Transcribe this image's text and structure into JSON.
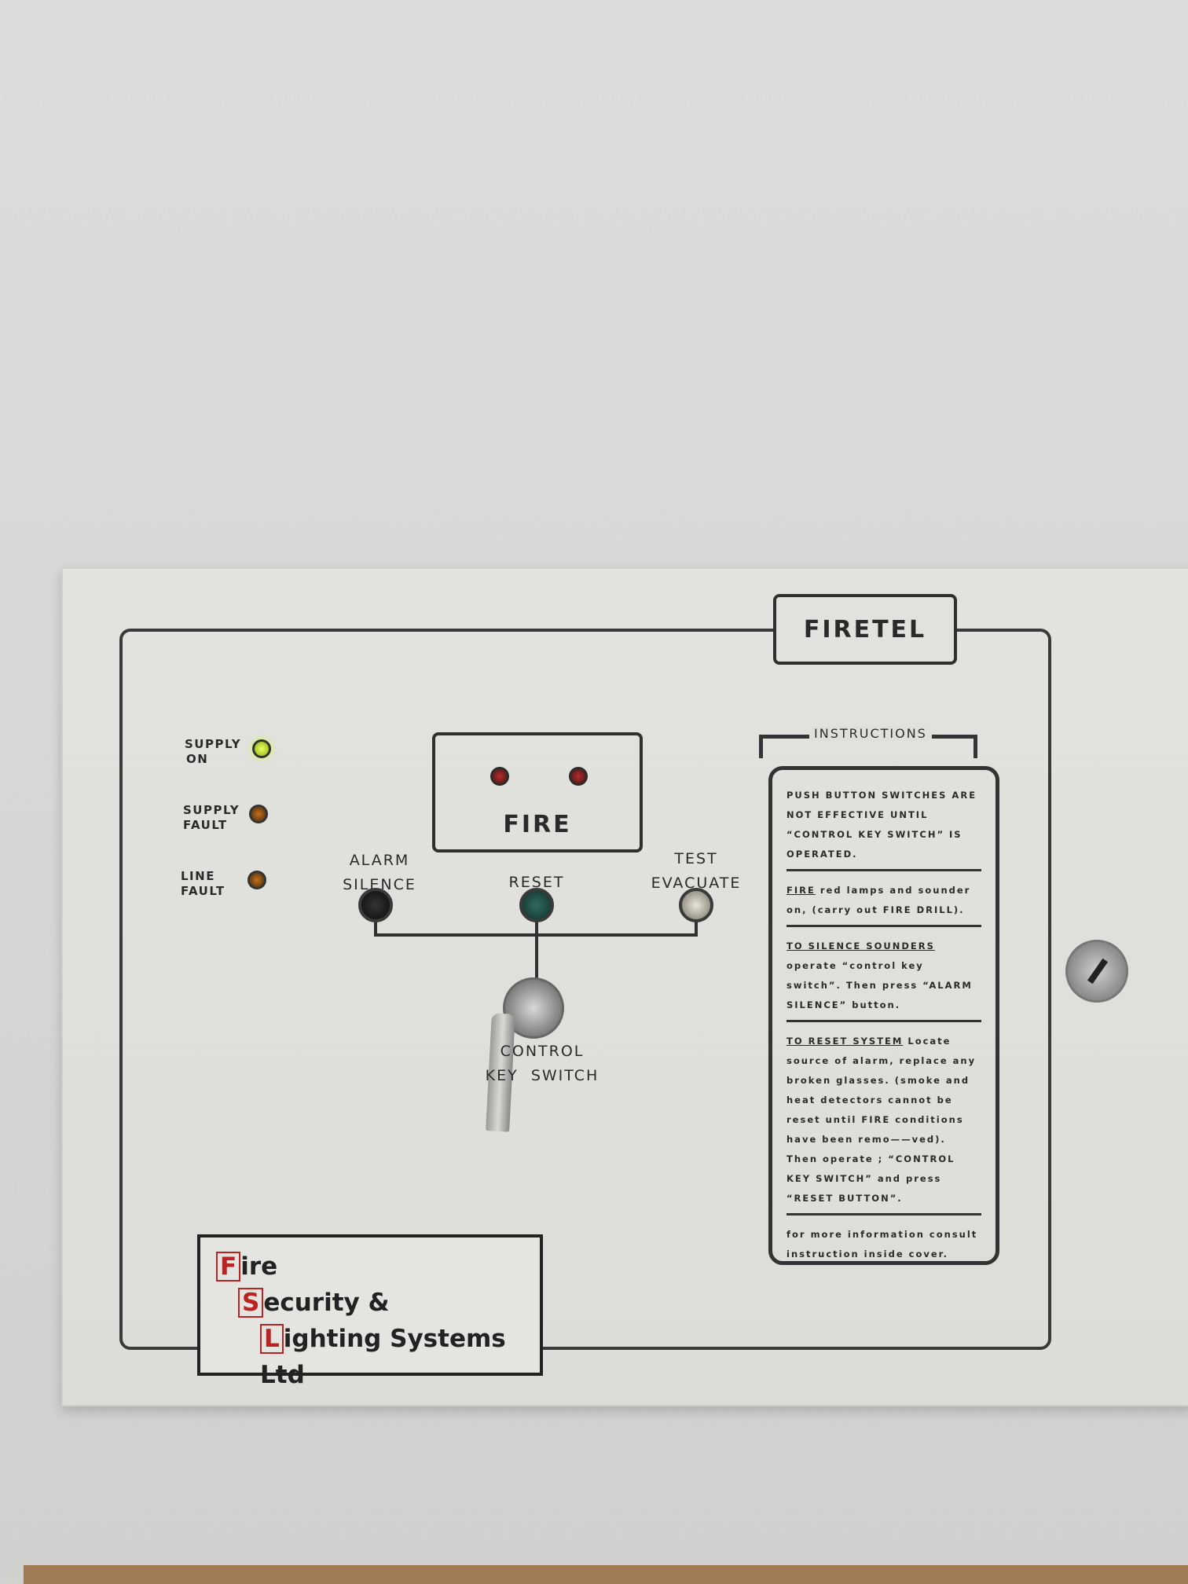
{
  "brand": "FIRETEL",
  "indicators": [
    {
      "label1": "SUPPLY",
      "label2": "ON",
      "color": "#b8e020"
    },
    {
      "label1": "SUPPLY",
      "label2": "FAULT",
      "color": "#7a4a10"
    },
    {
      "label1": "LINE",
      "label2": "FAULT",
      "color": "#7a4a10"
    }
  ],
  "fire_label": "FIRE",
  "buttons": {
    "alarm_silence": [
      "ALARM",
      "SILENCE"
    ],
    "reset": "RESET",
    "test_evacuate": [
      "TEST",
      "EVACUATE"
    ]
  },
  "key_switch": [
    "CONTROL",
    "KEY  SWITCH"
  ],
  "instructions": {
    "title": "INSTRUCTIONS",
    "p1": "PUSH BUTTON SWITCHES ARE NOT EFFECTIVE UNTIL “CONTROL KEY SWITCH” IS OPERATED.",
    "p2_head": "FIRE",
    "p2": " red lamps and sounder on, (carry out FIRE DRILL).",
    "p3_head": "TO SILENCE SOUNDERS",
    "p3": " operate “control key switch”. Then press “ALARM SILENCE” button.",
    "p4_head": "TO RESET SYSTEM",
    "p4": " Locate source of alarm, replace any broken glasses. (smoke and heat detectors cannot be reset until FIRE conditions have been remo——ved). Then operate ; “CONTROL KEY SWITCH” and press “RESET BUTTON”.",
    "p5": "for more information consult instruction inside cover."
  },
  "company": {
    "l1": "F",
    "r1": "ire",
    "l2": "S",
    "r2": "ecurity &",
    "l3": "L",
    "r3": "ighting Systems Ltd"
  }
}
